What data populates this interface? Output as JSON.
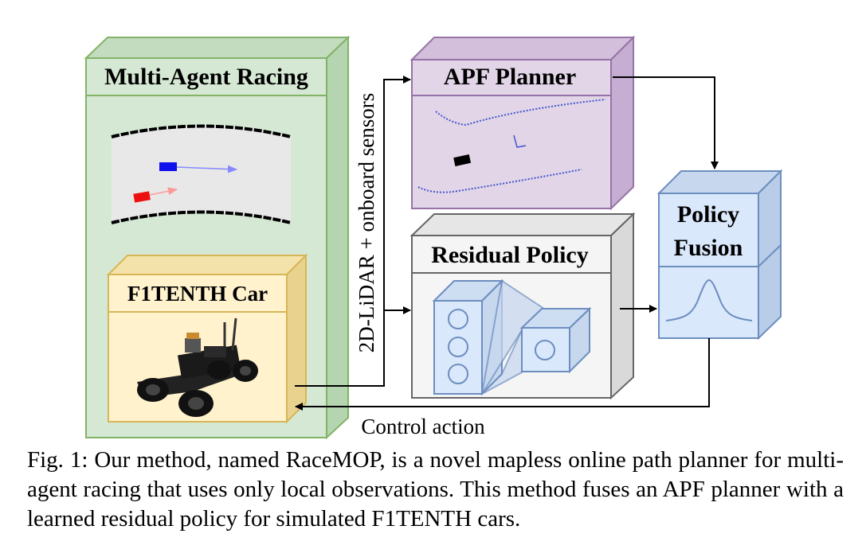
{
  "blocks": {
    "multi_agent_racing": "Multi-Agent Racing",
    "f1tenth_car": "F1TENTH Car",
    "apf_planner": "APF Planner",
    "residual_policy": "Residual Policy",
    "policy_fusion_line1": "Policy",
    "policy_fusion_line2": "Fusion"
  },
  "edges": {
    "sensor_label": "2D-LiDAR + onboard sensors",
    "control_label": "Control action"
  },
  "caption": "Fig. 1: Our method, named RaceMOP, is a novel mapless online path planner for multi-agent racing that uses only local observations. This method fuses an APF planner with a learned residual policy for simulated F1TENTH cars.",
  "colors": {
    "racing_fill": "#d5e8d4",
    "racing_stroke": "#82b366",
    "car_fill": "#fff2cc",
    "car_stroke": "#d6b656",
    "apf_fill": "#e1d5e7",
    "apf_stroke": "#9673a6",
    "residual_fill": "#f5f5f5",
    "residual_stroke": "#666666",
    "fusion_fill": "#dae8fc",
    "fusion_stroke": "#6c8ebf",
    "ego_agent": "#1010ee",
    "opponent_agent": "#ee1010"
  }
}
